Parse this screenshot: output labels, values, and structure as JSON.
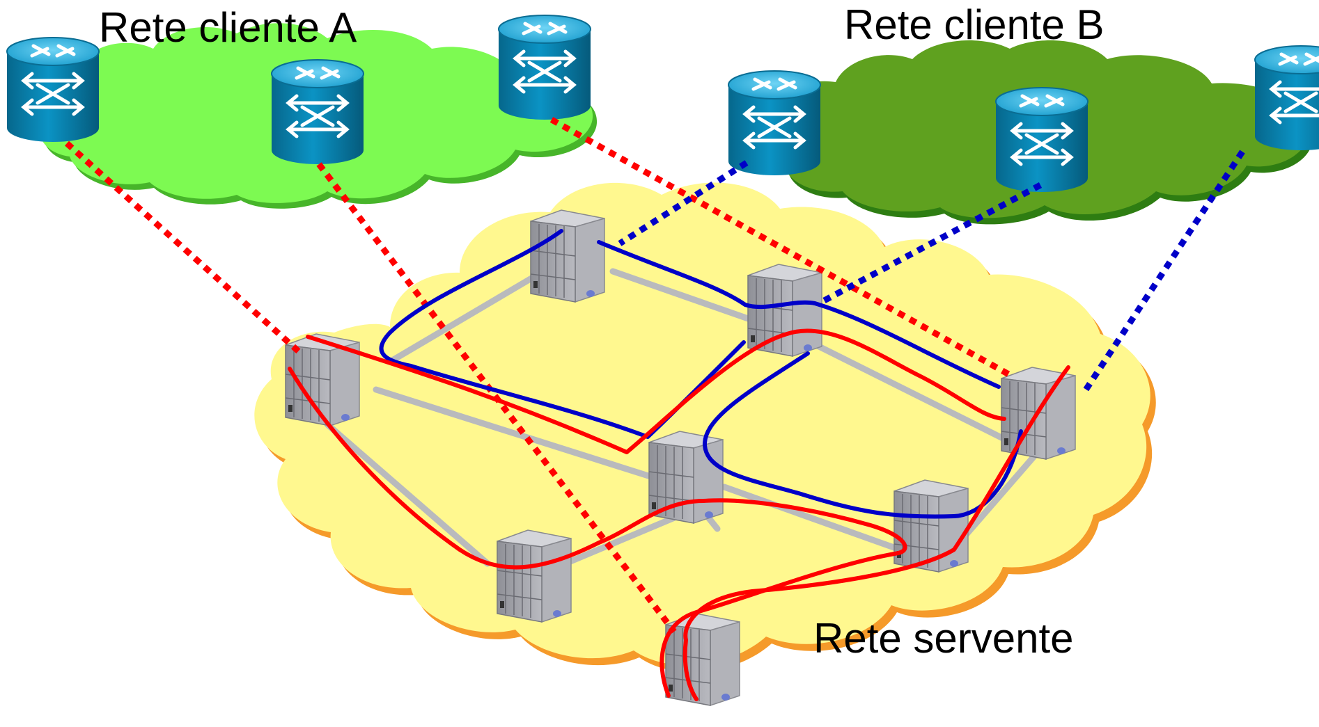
{
  "labels": {
    "client_a": "Rete cliente A",
    "client_b": "Rete cliente B",
    "serving": "Rete servente"
  },
  "colors": {
    "client_a_cloud": "#7dfa52",
    "client_b_cloud": "#5fa11f",
    "serving_cloud": "#fff88f",
    "serving_cloud_edge": "#f59a2a",
    "path_a": "#ff0000",
    "path_b": "#0000c8",
    "router_body": "#0a8ab8",
    "server_body": "#a9aab0"
  },
  "icons": {
    "client_router": "optical-cross-connect-router-icon",
    "core_node": "network-switch-rack-icon"
  }
}
